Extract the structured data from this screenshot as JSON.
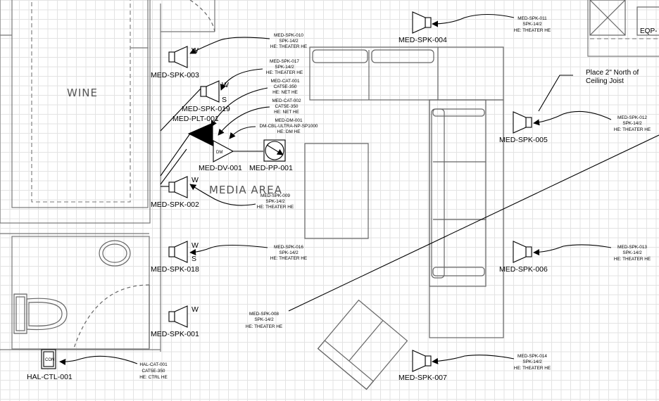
{
  "rooms": {
    "wine": "WINE",
    "media": "MEDIA AREA"
  },
  "devices": {
    "spk003": "MED-SPK-003",
    "spk019": "MED-SPK-019",
    "plt001": "MED-PLT-001",
    "dv001": "MED-DV-001",
    "pp001": "MED-PP-001",
    "spk002": "MED-SPK-002",
    "spk018": "MED-SPK-018",
    "spk001": "MED-SPK-001",
    "spk004": "MED-SPK-004",
    "spk005": "MED-SPK-005",
    "spk006": "MED-SPK-006",
    "spk007": "MED-SPK-007",
    "ctl001": "HAL-CTL-001",
    "eqp": "EQP-"
  },
  "symbols": {
    "w": "W",
    "s": "S",
    "dm": "DM",
    "con": "CON"
  },
  "notes": {
    "n010": [
      "MED-SPK-010",
      "SPK-14/2",
      "HE: THEATER HE"
    ],
    "n017": [
      "MED-SPK-017",
      "SPK-14/2",
      "HE: THEATER HE"
    ],
    "ncat001": [
      "MED-CAT-001",
      "CAT5E-350",
      "HE: NET HE"
    ],
    "ncat002": [
      "MED-CAT-002",
      "CAT5E-350",
      "HE: NET HE"
    ],
    "ndm001": [
      "MED-DM-001",
      "DM-CBL-ULTRA-NP-SP1000",
      "HE: DM HE"
    ],
    "n009": [
      "MED-SPK-009",
      "SPK-14/2",
      "HE: THEATER HE"
    ],
    "n016": [
      "MED-SPK-016",
      "SPK-14/2",
      "HE: THEATER HE"
    ],
    "n008": [
      "MED-SPK-008",
      "SPK-14/2",
      "HE: THEATER HE"
    ],
    "nhal": [
      "HAL-CAT-001",
      "CAT5E-350",
      "HE: CTRL HE"
    ],
    "n011": [
      "MED-SPK-011",
      "SPK-14/2",
      "HE: THEATER HE"
    ],
    "n012": [
      "MED-SPK-012",
      "SPK-14/2",
      "HE: THEATER HE"
    ],
    "n013": [
      "MED-SPK-013",
      "SPK-14/2",
      "HE: THEATER HE"
    ],
    "n014": [
      "MED-SPK-014",
      "SPK-14/2",
      "HE: THEATER HE"
    ]
  },
  "callout": [
    "Place 2\" North of",
    "Ceiling Joist"
  ]
}
